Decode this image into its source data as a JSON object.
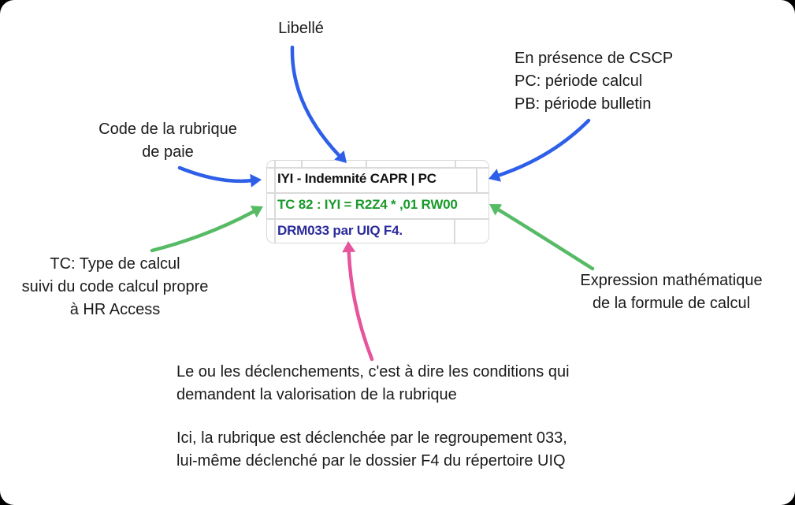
{
  "colors": {
    "arrow_blue": "#2d5fe8",
    "arrow_green": "#57bb66",
    "arrow_pink": "#e7549b",
    "formula_green": "#1b9a2c",
    "trigger_blue": "#2b2b9b"
  },
  "annotations": {
    "libelle": "Libellé",
    "cscp": "En présence de CSCP\nPC: période calcul\nPB: période bulletin",
    "code_rubrique": "Code de la rubrique\nde paie",
    "type_calcul": "TC: Type de calcul\nsuivi du code calcul propre\nà HR Access",
    "expression": "Expression mathématique\nde la formule de calcul",
    "declenchements": "Le ou les déclenchements, c'est à dire les conditions qui\ndemandent la valorisation de la rubrique",
    "exemple": "Ici, la rubrique est déclenchée par le regroupement 033,\nlui-même déclenché par le dossier F4 du répertoire UIQ"
  },
  "rubric_snippet": {
    "title": "IYI - Indemnité CAPR | PC",
    "formula": "TC 82 : IYI = R2Z4 * ,01 RW00",
    "trigger": "DRM033 par UIQ F4."
  }
}
